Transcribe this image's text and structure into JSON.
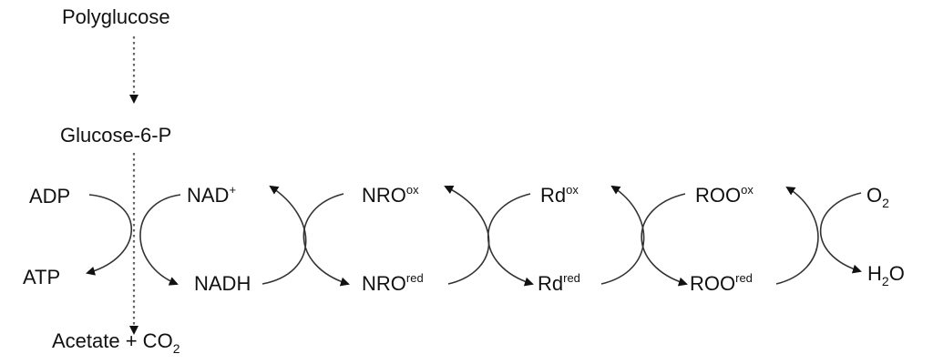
{
  "labels": {
    "polyglucose": "Polyglucose",
    "glucose6p": "Glucose-6-P",
    "adp": "ADP",
    "atp": "ATP",
    "nad": "NAD",
    "nad_sup": "+",
    "nadh": "NADH",
    "acetate": "Acetate + CO",
    "acetate_sub": "2",
    "nro": "NRO",
    "ox_sup": "ox",
    "red_sup": "red",
    "rd": "Rd",
    "roo": "ROO",
    "o": "O",
    "o_sub": "2",
    "h": "H",
    "h_sub": "2",
    "h_tail": "O"
  },
  "colors": {
    "line": "#333333",
    "dotted": "#666666",
    "text": "#111111"
  }
}
